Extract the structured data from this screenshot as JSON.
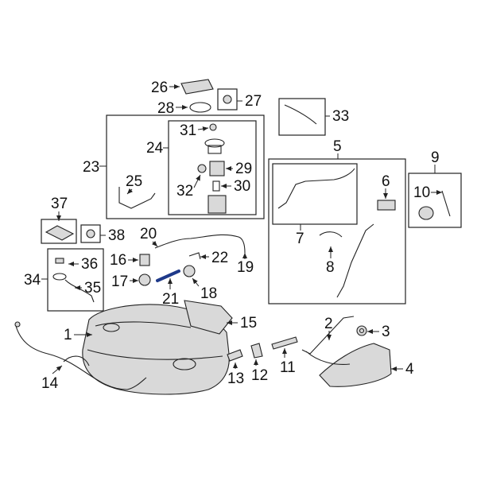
{
  "callouts": {
    "c1": "1",
    "c2": "2",
    "c3": "3",
    "c4": "4",
    "c5": "5",
    "c6": "6",
    "c7": "7",
    "c8": "8",
    "c9": "9",
    "c10": "10",
    "c11": "11",
    "c12": "12",
    "c13": "13",
    "c14": "14",
    "c15": "15",
    "c16": "16",
    "c17": "17",
    "c18": "18",
    "c19": "19",
    "c20": "20",
    "c21": "21",
    "c22": "22",
    "c23": "23",
    "c24": "24",
    "c25": "25",
    "c26": "26",
    "c27": "27",
    "c28": "28",
    "c29": "29",
    "c30": "30",
    "c31": "31",
    "c32": "32",
    "c33": "33",
    "c34": "34",
    "c35": "35",
    "c36": "36",
    "c37": "37",
    "c38": "38"
  },
  "highlighted_part": "21",
  "colors": {
    "highlight": "#1f3a8a",
    "line": "#222222",
    "part_fill": "#d9d9d9"
  }
}
